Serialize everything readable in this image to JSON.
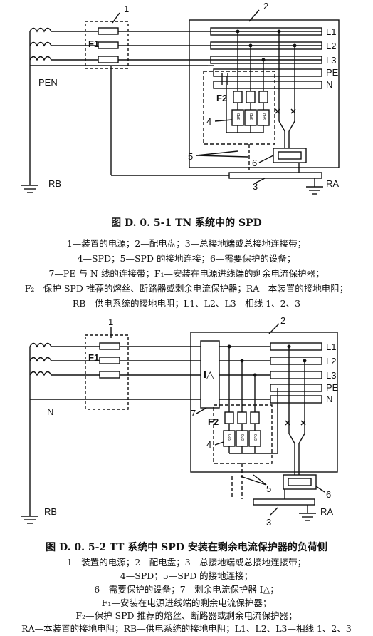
{
  "fig1": {
    "labels": {
      "n1": "1",
      "n2": "2",
      "n3": "3",
      "n4": "4",
      "n5": "5",
      "n6": "6",
      "f1": "F1",
      "f2": "F2",
      "l1": "L1",
      "l2": "L2",
      "l3": "L3",
      "pe": "PE",
      "n": "N",
      "pen": "PEN",
      "rb": "RB",
      "ra": "RA",
      "spd": "SPD"
    },
    "title": "图 D. 0. 5-1   TN 系统中的 SPD",
    "legend": [
      "1—装置的电源；2—配电盘；3—总接地端或总接地连接带；",
      "4—SPD；5—SPD 的接地连接；6—需要保护的设备；",
      "7—PE 与 N 线的连接带；F₁—安装在电源进线端的剩余电流保护器；",
      "F₂—保护 SPD 推荐的熔丝、断路器或剩余电流保护器；RA—本装置的接地电阻；",
      "RB—供电系统的接地电阻；L1、L2、L3—相线 1、2、3"
    ]
  },
  "fig2": {
    "labels": {
      "n1": "1",
      "n2": "2",
      "n3": "3",
      "n4": "4",
      "n5": "5",
      "n6": "6",
      "n7": "7",
      "f1": "F1",
      "f2": "F2",
      "idelta": "I△",
      "l1": "L1",
      "l2": "L2",
      "l3": "L3",
      "pe": "PE",
      "n": "N",
      "nsrc": "N",
      "rb": "RB",
      "ra": "RA",
      "spd": "SPD"
    },
    "title": "图 D. 0. 5-2   TT 系统中 SPD 安装在剩余电流保护器的负荷侧",
    "legend": [
      "1—装置的电源；2—配电盘；3—总接地端或总接地连接带；",
      "4—SPD；5—SPD 的接地连接；",
      "6—需要保护的设备；7—剩余电流保护器 I△；",
      "F₁—安装在电源进线端的剩余电流保护器；",
      "F₂—保护 SPD 推荐的熔丝、断路器或剩余电流保护器；",
      "RA—本装置的接地电阻；RB—供电系统的接地电阻；L1、L2、L3—相线 1、2、3"
    ]
  }
}
